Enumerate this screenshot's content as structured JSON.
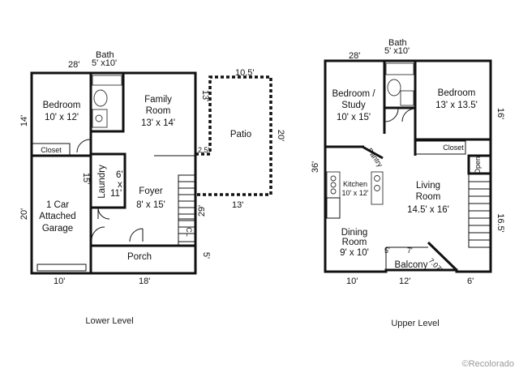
{
  "lower": {
    "caption": "Lower Level",
    "dims": {
      "top_bath": "Bath",
      "top_bath_size": "5' x10'",
      "top_left": "28'",
      "left_upper": "14'",
      "left_lower": "20'",
      "bottom_left": "10'",
      "bottom_right": "18'",
      "laundry_width": "15'",
      "family_side": "13'",
      "patio_top": "10.5'",
      "patio_right": "20'",
      "patio_bottom": "13'",
      "patio_left": "2.5'",
      "foyer_side": "29'",
      "porch_side": "5'"
    },
    "rooms": {
      "bedroom": "Bedroom",
      "bedroom_size": "10' x 12'",
      "family": "Family",
      "room": "Room",
      "family_size": "13' x 14'",
      "patio": "Patio",
      "closet": "Closet",
      "laundry": "Laundry",
      "laundry_w": "6'",
      "laundry_x": "x",
      "laundry_h": "11'",
      "foyer": "Foyer",
      "foyer_size": "8' x 15'",
      "garage_1": "1 Car",
      "garage_2": "Attached",
      "garage_3": "Garage",
      "cl": "CL",
      "porch": "Porch"
    }
  },
  "upper": {
    "caption": "Upper Level",
    "dims": {
      "top_bath": "Bath",
      "top_bath_size": "5' x10'",
      "top_left": "28'",
      "left": "36'",
      "right_upper": "16'",
      "right_lower": "16.5'",
      "bottom_left": "10'",
      "bottom_mid": "12'",
      "bottom_right": "6'",
      "balcony_5": "5'",
      "balcony_7": "7'",
      "balcony_707": "7.07'"
    },
    "rooms": {
      "bedroom_study_1": "Bedroom /",
      "bedroom_study_2": "Study",
      "bedroom_study_size": "10' x 15'",
      "bedroom": "Bedroom",
      "bedroom_size": "13' x 13.5'",
      "closet": "Closet",
      "pantry": "Pantry",
      "open": "Open",
      "kitchen": "Kitchen",
      "kitchen_size": "10' x 12'",
      "living": "Living",
      "room": "Room",
      "living_size": "14.5' x 16'",
      "dining": "Dining",
      "dining_room": "Room",
      "dining_size": "9' x 10'",
      "balcony": "Balcony"
    }
  },
  "watermark": "©Recolorado"
}
